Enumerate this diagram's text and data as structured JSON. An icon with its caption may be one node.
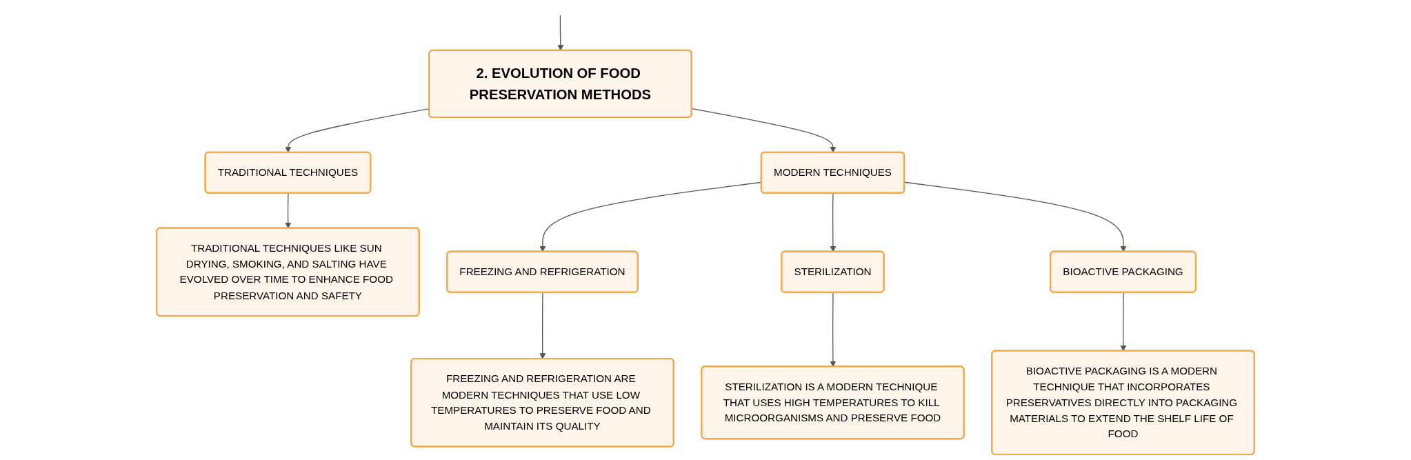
{
  "diagram": {
    "nodes": [
      {
        "text": [
          "2. EVOLUTION OF FOOD PRESERVATION METHODS"
        ]
      },
      {
        "text": [
          "TRADITIONAL TECHNIQUES"
        ]
      },
      {
        "text": [
          "MODERN TECHNIQUES"
        ]
      },
      {
        "text": [
          "TRADITIONAL TECHNIQUES LIKE SUN DRYING, SMOKING, AND SALTING HAVE EVOLVED OVER TIME TO ENHANCE FOOD PRESERVATION AND SAFETY"
        ]
      },
      {
        "text": [
          "FREEZING AND REFRIGERATION"
        ]
      },
      {
        "text": [
          "STERILIZATION"
        ]
      },
      {
        "text": [
          "BIOACTIVE PACKAGING"
        ]
      },
      {
        "text": [
          "FREEZING AND REFRIGERATION ARE MODERN TECHNIQUES THAT USE LOW TEMPERATURES TO PRESERVE FOOD AND MAINTAIN ITS QUALITY"
        ]
      },
      {
        "text": [
          "STERILIZATION IS A MODERN TECHNIQUE THAT USES HIGH TEMPERATURES TO KILL MICROORGANISMS AND PRESERVE FOOD"
        ]
      },
      {
        "text": [
          "BIOACTIVE PACKAGING IS A MODERN TECHNIQUE THAT INCORPORATES PRESERVATIVES DIRECTLY INTO PACKAGING MATERIALS TO EXTEND THE SHELF LIFE OF FOOD"
        ]
      }
    ],
    "edges": [
      {
        "from": null,
        "to": 0,
        "arrow": "to"
      },
      {
        "from": 0,
        "to": 1,
        "arrow": "to"
      },
      {
        "from": 0,
        "to": 2,
        "arrow": "to"
      },
      {
        "from": 1,
        "to": 3,
        "arrow": "to"
      },
      {
        "from": 2,
        "to": 4,
        "arrow": "to"
      },
      {
        "from": 2,
        "to": 5,
        "arrow": "to"
      },
      {
        "from": 2,
        "to": 6,
        "arrow": "to"
      },
      {
        "from": 4,
        "to": 7,
        "arrow": "to"
      },
      {
        "from": 5,
        "to": 8,
        "arrow": "to"
      },
      {
        "from": 6,
        "to": 9,
        "arrow": "to"
      }
    ]
  }
}
